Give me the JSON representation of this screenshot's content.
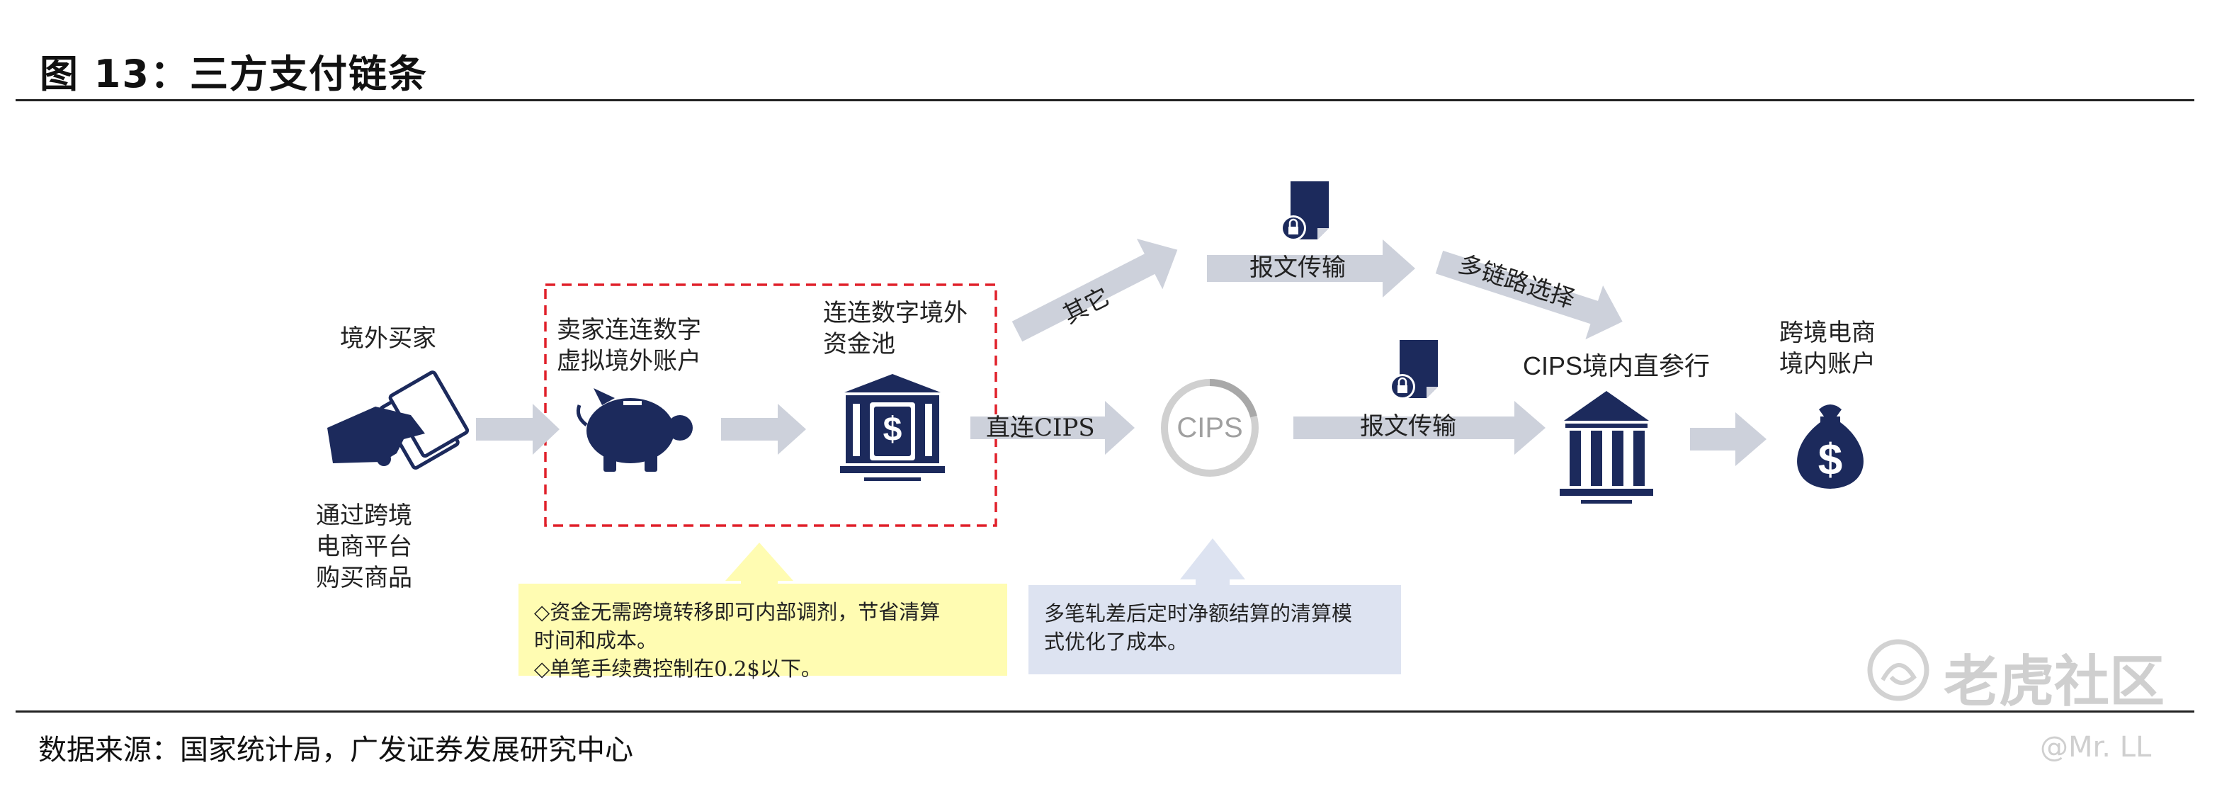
{
  "figure_title": "图 13：三方支付链条",
  "nodes": {
    "overseas_buyer": "境外买家",
    "buy_note": [
      "通过跨境",
      "电商平台",
      "购买商品"
    ],
    "virtual_account": [
      "卖家连连数字",
      "虚拟境外账户"
    ],
    "fund_pool": [
      "连连数字境外",
      "资金池"
    ],
    "cips_logo": "CIPS",
    "cips_bank": "CIPS境内直参行",
    "domestic_account": [
      "跨境电商",
      "境内账户"
    ]
  },
  "arrow_labels": {
    "other": "其它",
    "direct_cips": "直连CIPS",
    "message_top": "报文传输",
    "message_mid": "报文传输",
    "multi_link": "多链路选择"
  },
  "notes": {
    "yellow": [
      "◇资金无需跨境转移即可内部调剂，节省清算",
      "时间和成本。",
      "◇单笔手续费控制在0.2$以下。"
    ],
    "blue": [
      "多笔轧差后定时净额结算的清算模",
      "式优化了成本。"
    ]
  },
  "source": "数据来源：国家统计局，广发证券发展研究中心",
  "watermark": {
    "brand": "老虎社区",
    "handle": "@Mr. LL"
  },
  "colors": {
    "navy": "#1c2a5c",
    "arrow_gray": "#cdd1db",
    "red_dash": "#e0202a",
    "yellow_bg": "#fffcb2",
    "blue_bg": "#dde3f1"
  }
}
